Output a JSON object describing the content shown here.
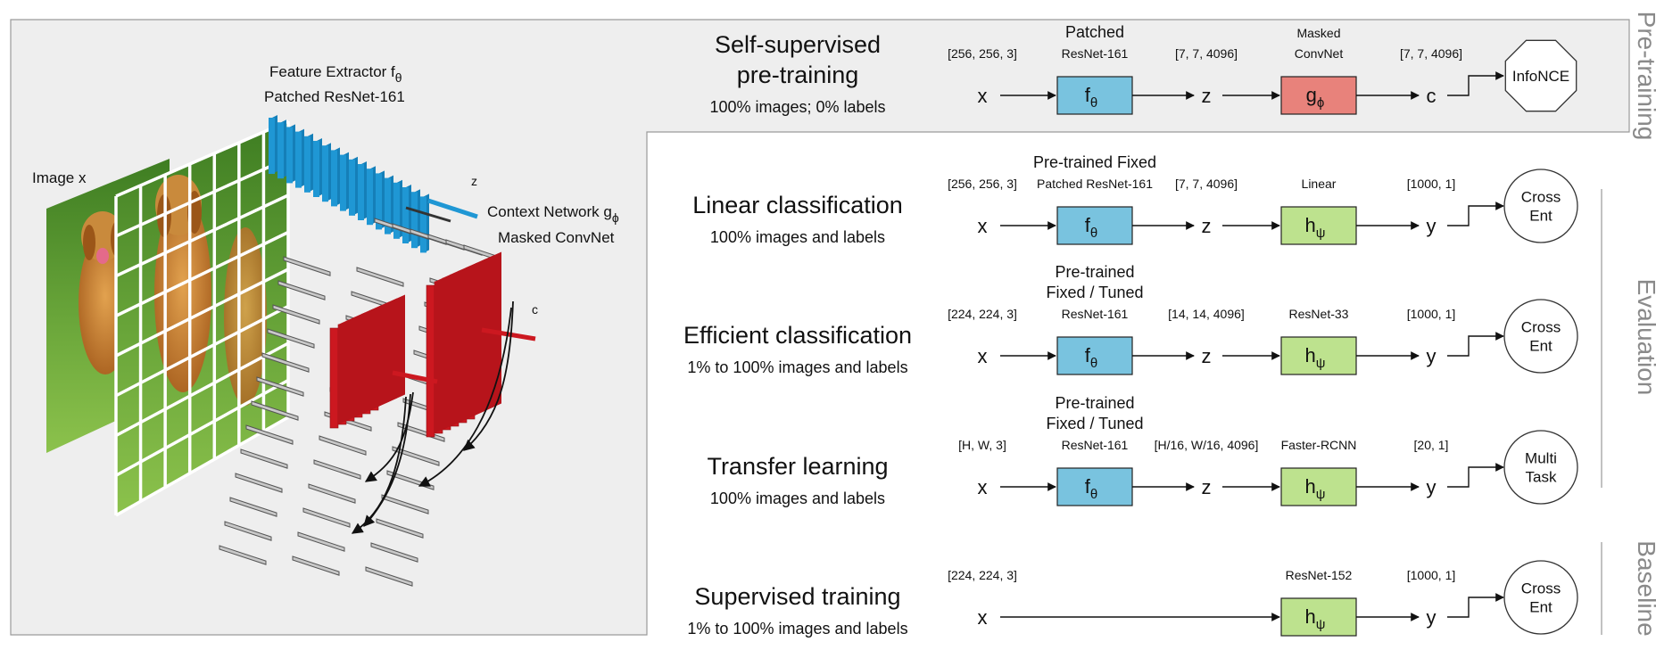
{
  "left_panel": {
    "image_label": "Image x",
    "feature_extractor_label": "Feature Extractor f",
    "feature_extractor_sub": "θ",
    "patched_resnet_label": "Patched ResNet-161",
    "z_label": "z",
    "context_network_label": "Context Network g",
    "context_network_sub": "ϕ",
    "masked_convnet_label": "Masked ConvNet",
    "c_label": "c"
  },
  "side_labels": {
    "pretraining": "Pre-training",
    "evaluation": "Evaluation",
    "baseline": "Baseline"
  },
  "rows": [
    {
      "title_lines": [
        "Self-supervised",
        "pre-training"
      ],
      "subtitle": "100% images; 0% labels",
      "input_dim": "[256, 256, 3]",
      "x_label": "x",
      "encoder_above": [
        "Patched",
        "ResNet-161"
      ],
      "encoder_symbol": "f",
      "encoder_sub": "θ",
      "z_dim": "[7, 7, 4096]",
      "z_label": "z",
      "head_above": [
        "Masked",
        "ConvNet"
      ],
      "head_symbol": "g",
      "head_sub": "ϕ",
      "out_dim": "[7, 7, 4096]",
      "out_label": "c",
      "loss_lines": [
        "InfoNCE"
      ]
    },
    {
      "title_lines": [
        "Linear classification"
      ],
      "subtitle": "100% images and labels",
      "input_dim": "[256, 256, 3]",
      "x_label": "x",
      "encoder_above": [
        "Pre-trained Fixed",
        "Patched ResNet-161"
      ],
      "encoder_symbol": "f",
      "encoder_sub": "θ",
      "z_dim": "[7, 7, 4096]",
      "z_label": "z",
      "head_above": [
        "Linear"
      ],
      "head_symbol": "h",
      "head_sub": "ψ",
      "out_dim": "[1000, 1]",
      "out_label": "y",
      "loss_lines": [
        "Cross",
        "Ent"
      ]
    },
    {
      "title_lines": [
        "Efficient classification"
      ],
      "subtitle": "1% to 100% images and labels",
      "input_dim": "[224, 224, 3]",
      "x_label": "x",
      "encoder_above": [
        "Pre-trained",
        "Fixed / Tuned",
        "ResNet-161"
      ],
      "encoder_symbol": "f",
      "encoder_sub": "θ",
      "z_dim": "[14, 14, 4096]",
      "z_label": "z",
      "head_above": [
        "ResNet-33"
      ],
      "head_symbol": "h",
      "head_sub": "ψ",
      "out_dim": "[1000, 1]",
      "out_label": "y",
      "loss_lines": [
        "Cross",
        "Ent"
      ]
    },
    {
      "title_lines": [
        "Transfer learning"
      ],
      "subtitle": "100% images and labels",
      "input_dim": "[H, W, 3]",
      "x_label": "x",
      "encoder_above": [
        "Pre-trained",
        "Fixed / Tuned",
        "ResNet-161"
      ],
      "encoder_symbol": "f",
      "encoder_sub": "θ",
      "z_dim": "[H/16, W/16, 4096]",
      "z_label": "z",
      "head_above": [
        "Faster-RCNN"
      ],
      "head_symbol": "h",
      "head_sub": "ψ",
      "out_dim": "[20, 1]",
      "out_label": "y",
      "loss_lines": [
        "Multi",
        "Task"
      ]
    },
    {
      "title_lines": [
        "Supervised training"
      ],
      "subtitle": "1% to 100% images and labels",
      "input_dim": "[224, 224, 3]",
      "x_label": "x",
      "encoder_above": [],
      "encoder_symbol": "",
      "encoder_sub": "",
      "z_dim": "",
      "z_label": "",
      "head_above": [
        "ResNet-152"
      ],
      "head_symbol": "h",
      "head_sub": "ψ",
      "out_dim": "[1000, 1]",
      "out_label": "y",
      "loss_lines": [
        "Cross",
        "Ent"
      ]
    }
  ],
  "colors": {
    "encoder": "#79c3df",
    "context": "#e8827b",
    "head": "#bde28e",
    "patch_blue": "#1f97d4",
    "mask_red": "#cc1820",
    "panel_bg": "#eeeeee",
    "panel_border": "#9a9a9a",
    "grass": "#6aa63a",
    "dog": "#c27a2d"
  }
}
